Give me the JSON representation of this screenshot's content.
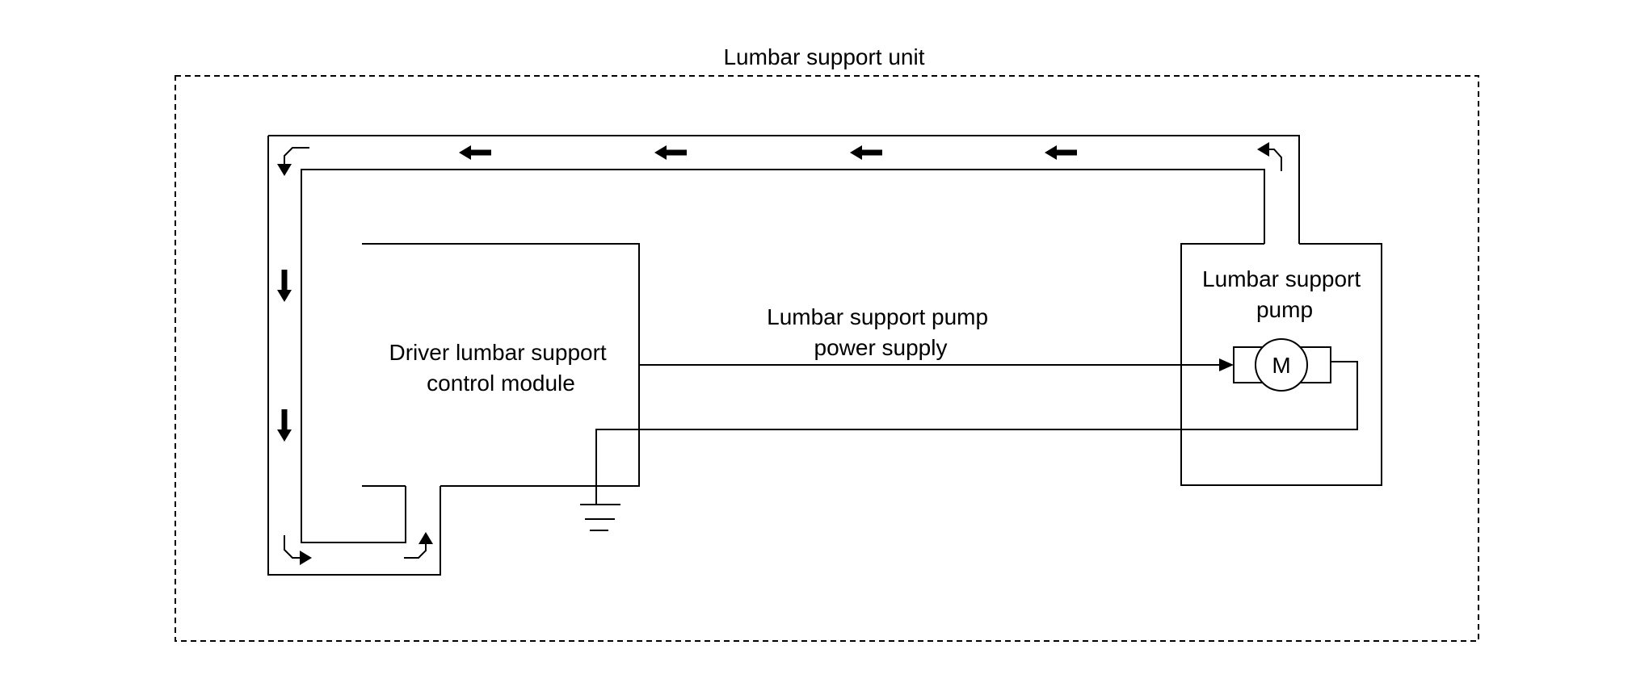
{
  "unit_label": "Lumbar support unit",
  "control_module": {
    "line1": "Driver lumbar support",
    "line2": "control module"
  },
  "pump": {
    "line1": "Lumbar support",
    "line2": "pump",
    "motor_symbol": "M"
  },
  "power_supply": {
    "line1": "Lumbar support pump",
    "line2": "power supply"
  },
  "icons": [
    "flow-arrow-icon",
    "ground-icon",
    "motor-icon"
  ]
}
